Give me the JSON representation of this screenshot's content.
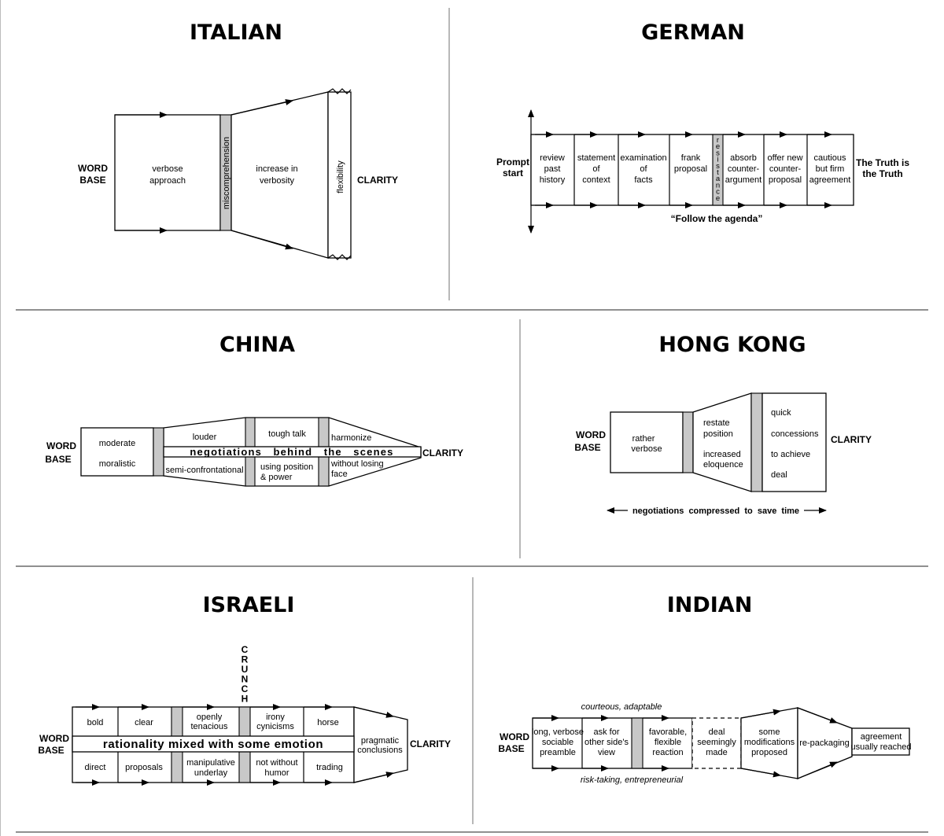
{
  "italian": {
    "title": "ITALIAN",
    "word": "WORD",
    "base": "BASE",
    "verbose_1": "verbose",
    "verbose_2": "approach",
    "miscomprehension": "miscomprehension",
    "increase_1": "increase in",
    "increase_2": "verbosity",
    "flexibility": "flexibility",
    "clarity": "CLARITY"
  },
  "german": {
    "title": "GERMAN",
    "prompt": "Prompt",
    "start": "start",
    "cells": [
      {
        "l1": "review",
        "l2": "past",
        "l3": "history"
      },
      {
        "l1": "statement",
        "l2": "of",
        "l3": "context"
      },
      {
        "l1": "examination",
        "l2": "of",
        "l3": "facts"
      },
      {
        "l1": "frank",
        "l2": "proposal",
        "l3": ""
      },
      {
        "l1": "absorb",
        "l2": "counter-",
        "l3": "argument"
      },
      {
        "l1": "offer new",
        "l2": "counter-",
        "l3": "proposal"
      },
      {
        "l1": "cautious",
        "l2": "but firm",
        "l3": "agreement"
      }
    ],
    "resistance": [
      "r",
      "e",
      "s",
      "i",
      "s",
      "t",
      "a",
      "n",
      "c",
      "e"
    ],
    "truth_1": "The Truth is",
    "truth_2": "the Truth",
    "agenda": "“Follow the agenda”"
  },
  "china": {
    "title": "CHINA",
    "word": "WORD",
    "base": "BASE",
    "moderate": "moderate",
    "moralistic": "moralistic",
    "louder": "louder",
    "semi": "semi-confrontational",
    "tough": "tough talk",
    "using_1": "using position",
    "using_2": "& power",
    "harmonize": "harmonize",
    "without_1": "without losing",
    "without_2": "face",
    "band": "negotiations   behind   the   scenes",
    "clarity": "CLARITY"
  },
  "hongkong": {
    "title": "HONG KONG",
    "word": "WORD",
    "base": "BASE",
    "rather_1": "rather",
    "rather_2": "verbose",
    "restate_1": "restate",
    "restate_2": "position",
    "eloq_1": "increased",
    "eloq_2": "eloquence",
    "q1": "quick",
    "q2": "concessions",
    "q3": "to achieve",
    "q4": "deal",
    "clarity": "CLARITY",
    "caption": "negotiations  compressed  to  save  time"
  },
  "israeli": {
    "title": "ISRAELI",
    "word": "WORD",
    "base": "BASE",
    "crunch": [
      "C",
      "R",
      "U",
      "N",
      "C",
      "H"
    ],
    "bold": "bold",
    "clear": "clear",
    "openly_1": "openly",
    "openly_2": "tenacious",
    "irony_1": "irony",
    "irony_2": "cynicisms",
    "horse": "horse",
    "direct": "direct",
    "proposals": "proposals",
    "manip_1": "manipulative",
    "manip_2": "underlay",
    "notwithout_1": "not without",
    "notwithout_2": "humor",
    "trading": "trading",
    "band": "rationality mixed with some emotion",
    "pragmatic_1": "pragmatic",
    "pragmatic_2": "conclusions",
    "clarity": "CLARITY"
  },
  "indian": {
    "title": "INDIAN",
    "word": "WORD",
    "base": "BASE",
    "courteous": "courteous, adaptable",
    "risk": "risk-taking, entrepreneurial",
    "long_1": "long, verbose",
    "long_2": "sociable",
    "long_3": "preamble",
    "ask_1": "ask for",
    "ask_2": "other side's",
    "ask_3": "view",
    "fav_1": "favorable,",
    "fav_2": "flexible",
    "fav_3": "reaction",
    "deal_1": "deal",
    "deal_2": "seemingly",
    "deal_3": "made",
    "some_1": "some",
    "some_2": "modifications",
    "some_3": "proposed",
    "repack": "re-packaging",
    "agree_1": "agreement",
    "agree_2": "usually reached"
  }
}
